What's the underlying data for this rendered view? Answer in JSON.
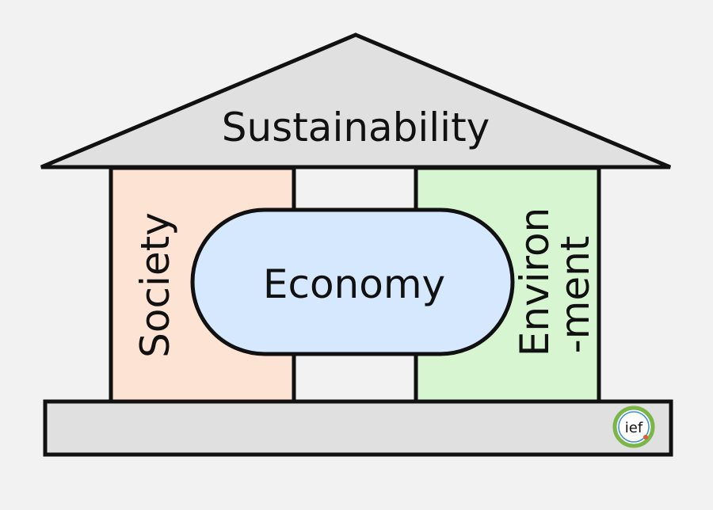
{
  "diagram": {
    "roof_label": "Sustainability",
    "left_pillar_label": "Society",
    "center_label": "Economy",
    "right_pillar_label_line1": "Environ",
    "right_pillar_label_line2": "-ment",
    "logo_text": "ief"
  },
  "colors": {
    "background": "#f2f2f2",
    "roof": "#e0e0e0",
    "base": "#e0e0e0",
    "society": "#fde3d3",
    "economy": "#d6e8fd",
    "environment": "#d8f5d2",
    "outline": "#111111",
    "logo_ring": "#7ab648"
  },
  "icons": {
    "logo": "ief-logo-icon"
  }
}
